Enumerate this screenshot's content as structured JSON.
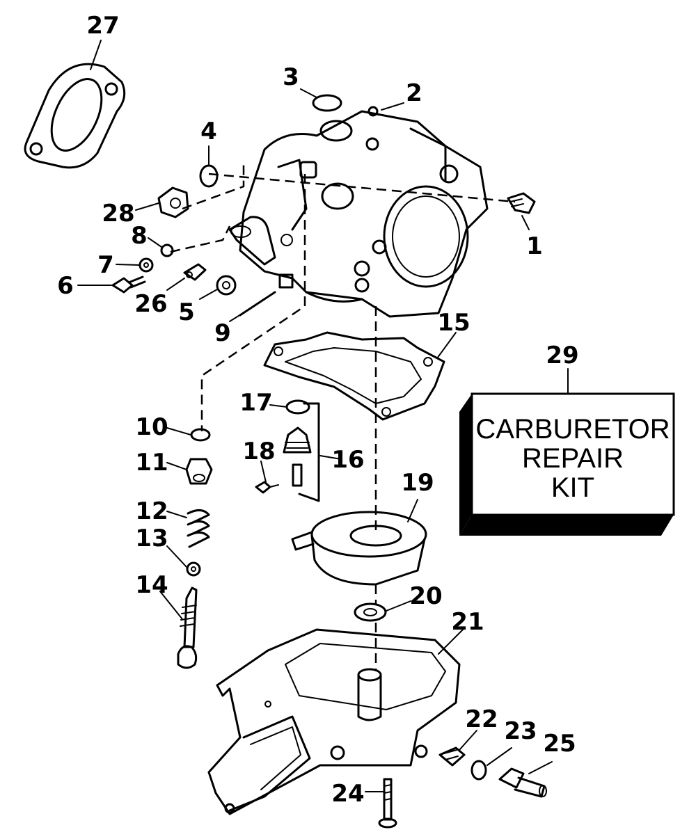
{
  "callouts": {
    "c1": "1",
    "c2": "2",
    "c3": "3",
    "c4": "4",
    "c5": "5",
    "c6": "6",
    "c7": "7",
    "c8": "8",
    "c9": "9",
    "c10": "10",
    "c11": "11",
    "c12": "12",
    "c13": "13",
    "c14": "14",
    "c15": "15",
    "c16": "16",
    "c17": "17",
    "c18": "18",
    "c19": "19",
    "c20": "20",
    "c21": "21",
    "c22": "22",
    "c23": "23",
    "c24": "24",
    "c25": "25",
    "c26": "26",
    "c27": "27",
    "c28": "28",
    "c29": "29"
  },
  "repair_kit": {
    "line1": "CARBURETOR",
    "line2": "REPAIR",
    "line3": "KIT"
  },
  "colors": {
    "ink": "#000000",
    "paper": "#ffffff"
  }
}
